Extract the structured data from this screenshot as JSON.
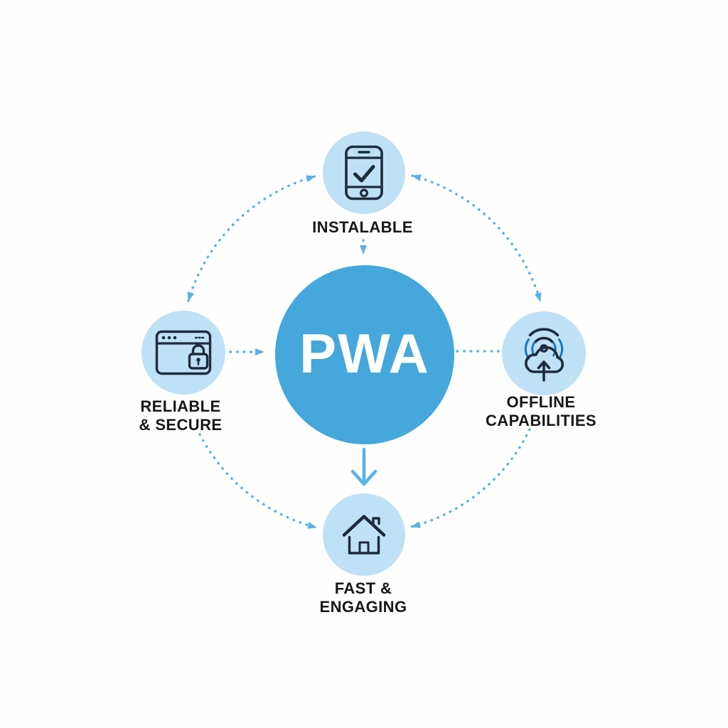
{
  "diagram": {
    "center": {
      "label": "PWA"
    },
    "nodes": [
      {
        "id": "installable",
        "icon": "smartphone-check-icon",
        "label_lines": [
          "INSTALABLE"
        ]
      },
      {
        "id": "reliable-secure",
        "icon": "browser-lock-icon",
        "label_lines": [
          "RELIABLE",
          "& SECURE"
        ]
      },
      {
        "id": "offline",
        "icon": "wifi-cloud-upload-icon",
        "label_lines": [
          "OFFLINE",
          "CAPABILITIES"
        ]
      },
      {
        "id": "fast-engaging",
        "icon": "home-icon",
        "label_lines": [
          "FAST &",
          "ENGAGING"
        ]
      }
    ],
    "colors": {
      "center_circle": "#45a7db",
      "node_circle": "#bfe1f6",
      "connector": "#58b2e6",
      "icon_stroke": "#1e2b3a",
      "wave_accent": "#1578c8",
      "label_text": "#171717",
      "background": "#fefefe"
    }
  }
}
